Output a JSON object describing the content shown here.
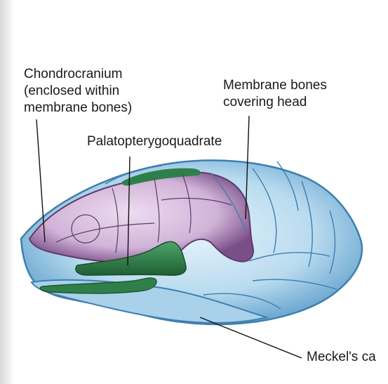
{
  "labels": {
    "chondrocranium": [
      "Chondrocranium",
      "(enclosed within",
      "membrane bones)"
    ],
    "membrane_bones": [
      "Membrane bones",
      "covering head"
    ],
    "palatopterygoquadrate": "Palatopterygoquadrate",
    "meckels_cartilage": "Meckel's ca"
  },
  "colors": {
    "membrane_bone_fill": "#b9dbef",
    "membrane_bone_edge": "#3e7fae",
    "chondrocranium_fill": "#d7bfdc",
    "chondrocranium_edge": "#5d3b6b",
    "cartilage_green": "#2f7f4a",
    "leader_line": "#111111"
  }
}
